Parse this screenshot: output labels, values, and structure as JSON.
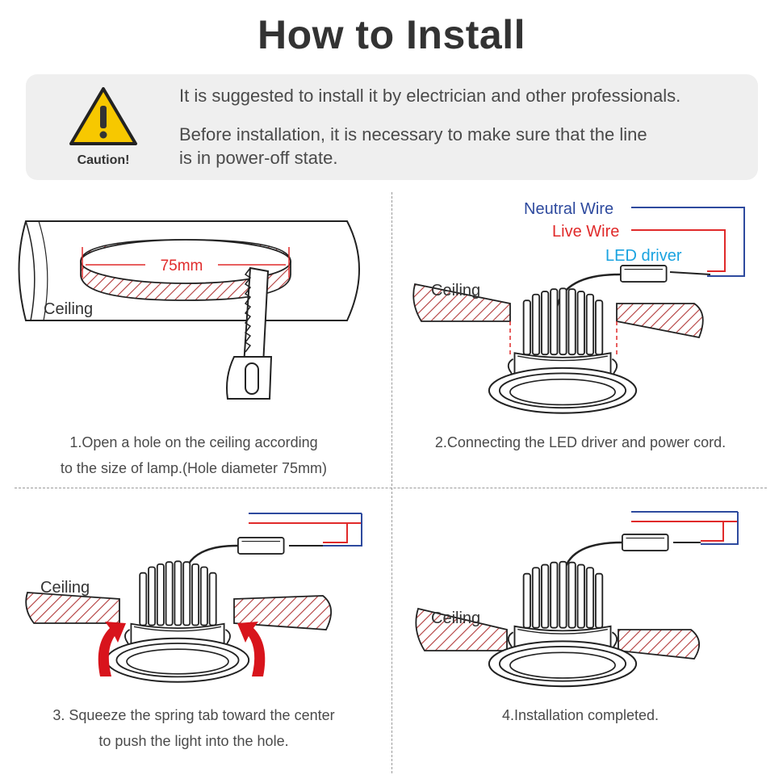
{
  "title": "How to Install",
  "caution": {
    "label": "Caution!",
    "icon": "warning-triangle-icon",
    "line1": "It is suggested to install it by electrician and other professionals.",
    "line2": "Before installation, it is necessary to make sure that the line",
    "line3": "is in power-off state."
  },
  "diagram_labels": {
    "ceiling": "Ceiling",
    "hole_size": "75mm",
    "neutral_wire": "Neutral Wire",
    "live_wire": "Live Wire",
    "led_driver": "LED driver"
  },
  "steps": [
    {
      "line1": "1.Open a hole on the ceiling according",
      "line2": "to the size of lamp.(Hole diameter 75mm)"
    },
    {
      "line1": "2.Connecting the LED driver and power cord.",
      "line2": ""
    },
    {
      "line1": "3. Squeeze the spring tab toward the center",
      "line2": "to push the light into the hole."
    },
    {
      "line1": "4.Installation completed.",
      "line2": ""
    }
  ],
  "colors": {
    "neutral_wire": "#2e4a9e",
    "live_wire": "#e02a2a",
    "led_driver": "#1aa3e0",
    "hatch": "#b23a3a",
    "arrow": "#d8141c",
    "caution_yellow": "#f5c400"
  }
}
